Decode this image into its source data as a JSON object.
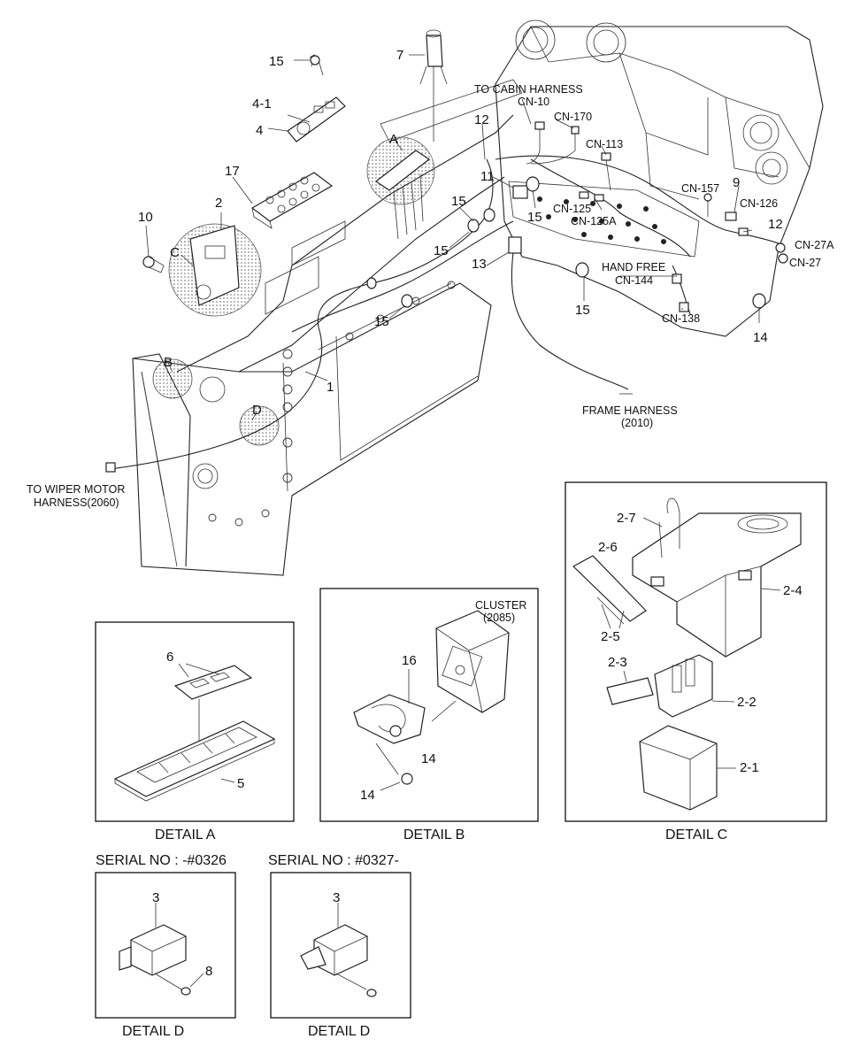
{
  "callouts": {
    "c15a": "15",
    "c7": "7",
    "c4_1": "4-1",
    "c4": "4",
    "c17": "17",
    "c2": "2",
    "c10": "10",
    "cC": "C",
    "cA": "A",
    "c12a": "12",
    "c11": "11",
    "c15b": "15",
    "c15c": "15",
    "c15d": "15",
    "c15e": "15",
    "c13": "13",
    "c15f": "15",
    "c9": "9",
    "c12b": "12",
    "c14": "14",
    "c1": "1",
    "cB": "B",
    "cD": "D"
  },
  "connectors": {
    "to_cabin": "TO CABIN HARNESS",
    "cn10": "CN-10",
    "cn170": "CN-170",
    "cn113": "CN-113",
    "cn157": "CN-157",
    "cn126": "CN-126",
    "cn125": "CN-125",
    "cn125a": "CN-125A",
    "cn27a": "CN-27A",
    "cn27": "CN-27",
    "hand_free": "HAND FREE",
    "cn144": "CN-144",
    "cn138": "CN-138",
    "frame_harness": "FRAME HARNESS",
    "frame_harness_no": "(2010)",
    "to_wiper": "TO WIPER MOTOR",
    "to_wiper_no": "HARNESS(2060)"
  },
  "detail_a": {
    "caption": "DETAIL A",
    "c6": "6",
    "c5": "5"
  },
  "detail_b": {
    "caption": "DETAIL B",
    "cluster": "CLUSTER",
    "cluster_no": "(2085)",
    "c16": "16",
    "c14a": "14",
    "c14b": "14"
  },
  "detail_c": {
    "caption": "DETAIL C",
    "c2_7": "2-7",
    "c2_6": "2-6",
    "c2_4": "2-4",
    "c2_5": "2-5",
    "c2_3": "2-3",
    "c2_2": "2-2",
    "c2_1": "2-1"
  },
  "detail_d1": {
    "serial": "SERIAL NO : -#0326",
    "caption": "DETAIL D",
    "c3": "3",
    "c8": "8"
  },
  "detail_d2": {
    "serial": "SERIAL NO : #0327-",
    "caption": "DETAIL D",
    "c3": "3"
  }
}
